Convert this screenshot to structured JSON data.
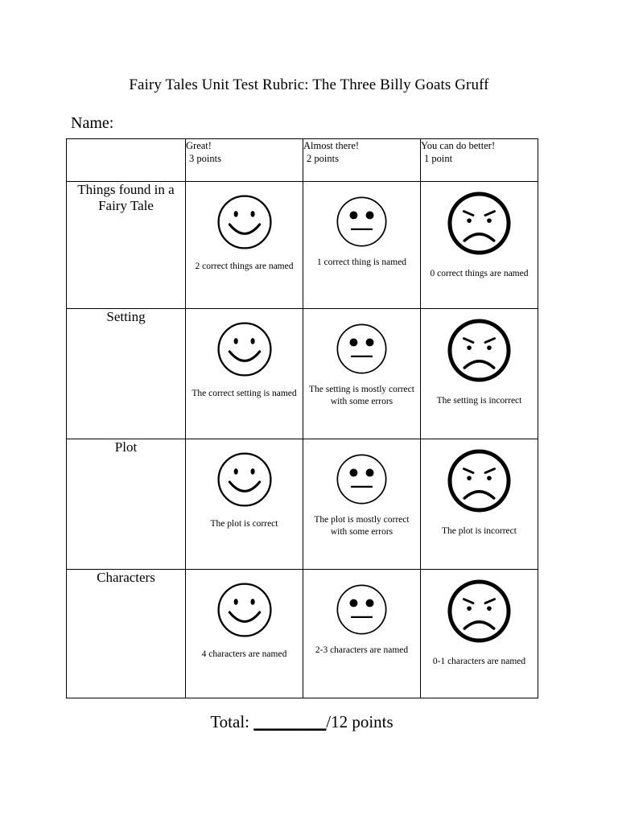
{
  "document": {
    "title": "Fairy Tales Unit Test Rubric: The Three Billy Goats Gruff",
    "name_label": "Name:",
    "total_label": "Total:",
    "total_blank": "_________",
    "total_suffix": "/12 points"
  },
  "table": {
    "corner_header": "",
    "columns": [
      {
        "label": "Great!",
        "points": "3 points"
      },
      {
        "label": "Almost there!",
        "points": "2 points"
      },
      {
        "label": "You can do better!",
        "points": "1 point"
      }
    ],
    "rows": [
      {
        "criterion": "Things found in a Fairy Tale",
        "cells": [
          {
            "face": "happy",
            "caption": "2 correct things are named"
          },
          {
            "face": "neutral",
            "caption": "1 correct thing is named"
          },
          {
            "face": "sad",
            "caption": "0 correct things are named"
          }
        ]
      },
      {
        "criterion": "Setting",
        "cells": [
          {
            "face": "happy",
            "caption": "The correct setting is named"
          },
          {
            "face": "neutral",
            "caption": "The setting is mostly correct with some errors"
          },
          {
            "face": "sad",
            "caption": "The setting is incorrect"
          }
        ]
      },
      {
        "criterion": "Plot",
        "cells": [
          {
            "face": "happy",
            "caption": "The plot is correct"
          },
          {
            "face": "neutral",
            "caption": "The plot is mostly correct with some errors"
          },
          {
            "face": "sad",
            "caption": "The plot is incorrect"
          }
        ]
      },
      {
        "criterion": "Characters",
        "cells": [
          {
            "face": "happy",
            "caption": "4 characters are named"
          },
          {
            "face": "neutral",
            "caption": "2-3 characters are named"
          },
          {
            "face": "sad",
            "caption": "0-1 characters are named"
          }
        ]
      }
    ]
  },
  "icons": {
    "happy": "happy-face-icon",
    "neutral": "neutral-face-icon",
    "sad": "sad-face-icon"
  },
  "colors": {
    "ink": "#000000",
    "paper": "#ffffff"
  }
}
